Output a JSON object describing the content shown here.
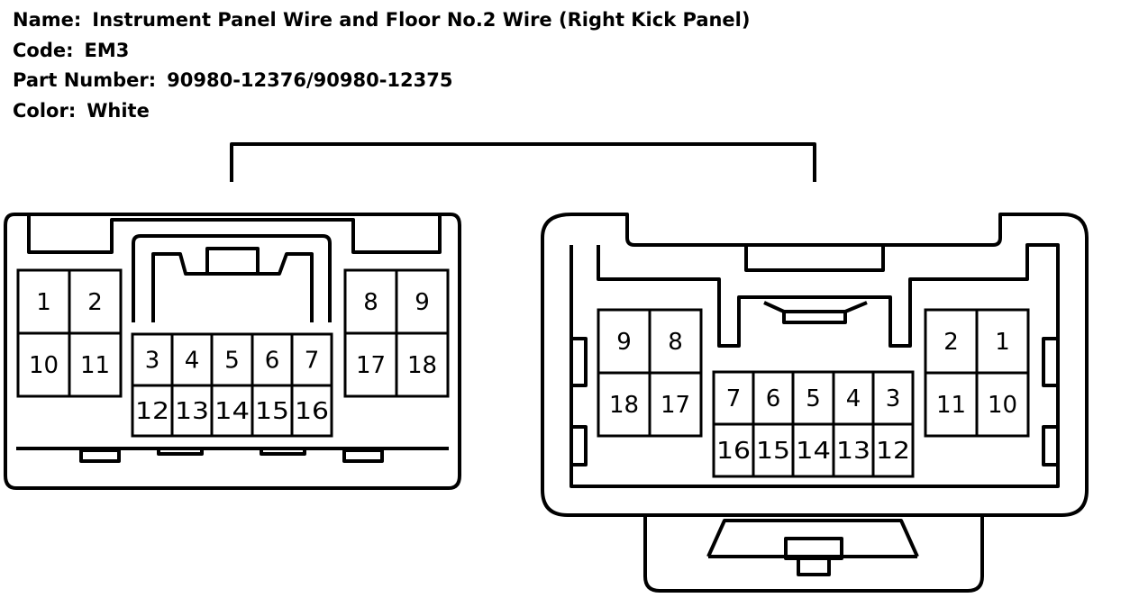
{
  "header": {
    "name_label": "Name:",
    "name_value": "Instrument Panel Wire and Floor No.2 Wire (Right Kick Panel)",
    "code_label": "Code:",
    "code_value": "EM3",
    "part_label": "Part Number:",
    "part_value": "90980-12376/90980-12375",
    "color_label": "Color:",
    "color_value": "White"
  },
  "connector_left": {
    "pins": [
      "1",
      "2",
      "10",
      "11",
      "3",
      "4",
      "5",
      "6",
      "7",
      "12",
      "13",
      "14",
      "15",
      "16",
      "8",
      "9",
      "17",
      "18"
    ]
  },
  "connector_right": {
    "pins": [
      "9",
      "8",
      "18",
      "17",
      "7",
      "6",
      "5",
      "4",
      "3",
      "16",
      "15",
      "14",
      "13",
      "12",
      "2",
      "1",
      "11",
      "10"
    ]
  }
}
